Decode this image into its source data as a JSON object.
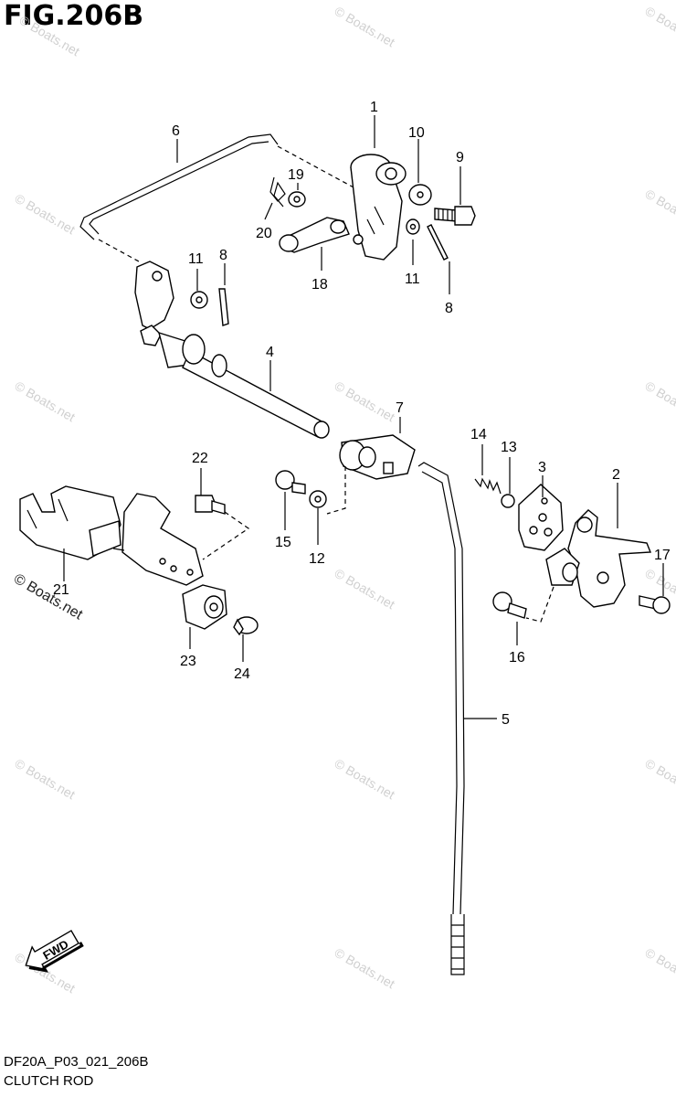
{
  "figure": {
    "title": "FIG.206B",
    "code": "DF20A_P03_021_206B",
    "name": "CLUTCH ROD"
  },
  "watermark": {
    "text": "© Boats.net",
    "prominent_text": "© Boats.net"
  },
  "fwd_arrow": {
    "label": "FWD"
  },
  "callouts": [
    {
      "id": "callout-1",
      "label": "1"
    },
    {
      "id": "callout-2",
      "label": "2"
    },
    {
      "id": "callout-3",
      "label": "3"
    },
    {
      "id": "callout-4",
      "label": "4"
    },
    {
      "id": "callout-5",
      "label": "5"
    },
    {
      "id": "callout-6",
      "label": "6"
    },
    {
      "id": "callout-7",
      "label": "7"
    },
    {
      "id": "callout-8a",
      "label": "8"
    },
    {
      "id": "callout-8b",
      "label": "8"
    },
    {
      "id": "callout-9",
      "label": "9"
    },
    {
      "id": "callout-10",
      "label": "10"
    },
    {
      "id": "callout-11a",
      "label": "11"
    },
    {
      "id": "callout-11b",
      "label": "11"
    },
    {
      "id": "callout-12",
      "label": "12"
    },
    {
      "id": "callout-13",
      "label": "13"
    },
    {
      "id": "callout-14",
      "label": "14"
    },
    {
      "id": "callout-15",
      "label": "15"
    },
    {
      "id": "callout-16",
      "label": "16"
    },
    {
      "id": "callout-17",
      "label": "17"
    },
    {
      "id": "callout-18",
      "label": "18"
    },
    {
      "id": "callout-19",
      "label": "19"
    },
    {
      "id": "callout-20",
      "label": "20"
    },
    {
      "id": "callout-21",
      "label": "21"
    },
    {
      "id": "callout-22",
      "label": "22"
    },
    {
      "id": "callout-23",
      "label": "23"
    },
    {
      "id": "callout-24",
      "label": "24"
    }
  ]
}
